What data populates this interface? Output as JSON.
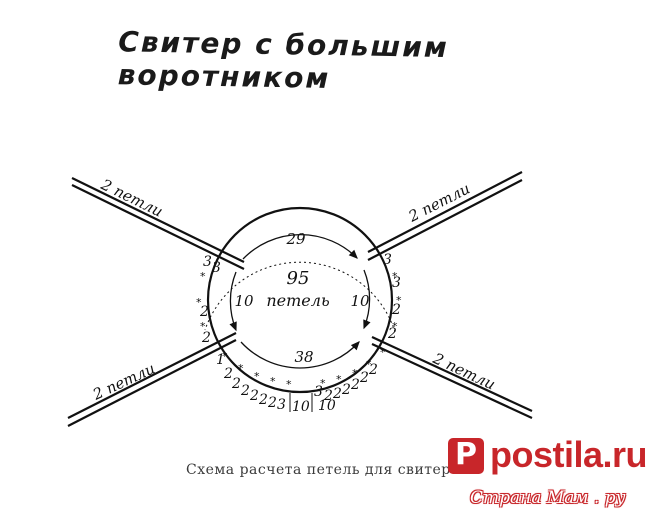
{
  "title": "Свитер с большим воротником",
  "caption": "Схема расчета петель для свитера",
  "diagram": {
    "center_count": "95",
    "center_unit": "петель",
    "top_count": "29",
    "bottom_count": "38",
    "left_count": "10",
    "right_count": "10",
    "sleeve_labels": {
      "top_left": "2 петли",
      "top_right": "2 петли",
      "bottom_left": "2 петли",
      "bottom_right": "2 петли"
    },
    "left_side_numbers": [
      "3",
      "3",
      "2",
      "2"
    ],
    "right_side_numbers": [
      "3",
      "3",
      "2",
      "2"
    ],
    "bottom_left_numbers": [
      "1",
      "2",
      "2",
      "2",
      "2",
      "2",
      "2",
      "3"
    ],
    "bottom_center_numbers": [
      "10",
      "10"
    ],
    "bottom_right_numbers": [
      "3",
      "2",
      "2",
      "2",
      "2",
      "2",
      "2"
    ]
  },
  "watermark": {
    "logo_letter": "P",
    "brand": "postila.ru",
    "site": "Страна Мам . ру"
  }
}
